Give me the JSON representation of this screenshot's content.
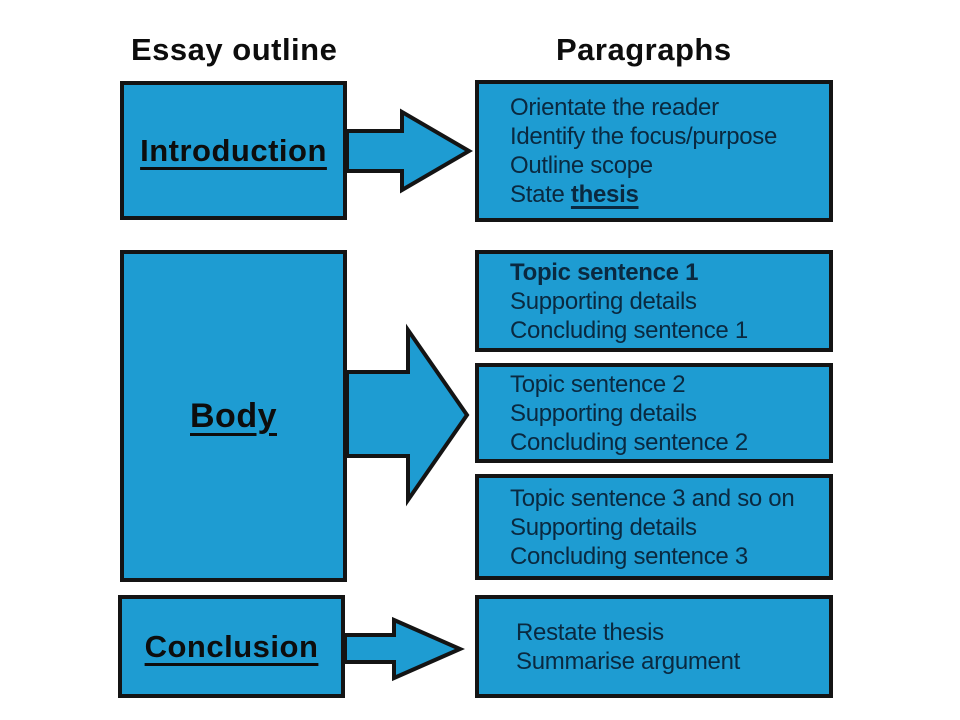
{
  "titles": {
    "outline": "Essay outline",
    "paragraphs": "Paragraphs"
  },
  "colors": {
    "box_fill": "#1E9CD2",
    "box_border": "#141414",
    "body_text": "#0A2940",
    "heading_text": "#0D0D0D"
  },
  "outline_boxes": [
    {
      "id": "introduction",
      "label": "Introduction"
    },
    {
      "id": "body",
      "label": "Body"
    },
    {
      "id": "conclusion",
      "label": "Conclusion"
    }
  ],
  "paragraph_boxes": [
    {
      "id": "introduction-paragraph",
      "lines": [
        [
          {
            "t": "Orientate the reader"
          }
        ],
        [
          {
            "t": "Identify the focus/purpose"
          }
        ],
        [
          {
            "t": "Outline scope"
          }
        ],
        [
          {
            "t": "State "
          },
          {
            "t": "thesis",
            "b": true,
            "u": true
          }
        ]
      ]
    },
    {
      "id": "body-paragraph-1",
      "lines": [
        [
          {
            "t": "Topic sentence 1",
            "b": true
          }
        ],
        [
          {
            "t": "Supporting details"
          }
        ],
        [
          {
            "t": "Concluding sentence 1"
          }
        ]
      ]
    },
    {
      "id": "body-paragraph-2",
      "lines": [
        [
          {
            "t": "Topic sentence 2"
          }
        ],
        [
          {
            "t": "Supporting details"
          }
        ],
        [
          {
            "t": "Concluding sentence 2"
          }
        ]
      ]
    },
    {
      "id": "body-paragraph-3",
      "lines": [
        [
          {
            "t": "Topic sentence 3 and so on"
          }
        ],
        [
          {
            "t": "Supporting details"
          }
        ],
        [
          {
            "t": "Concluding sentence 3"
          }
        ]
      ]
    },
    {
      "id": "conclusion-paragraph",
      "lines": [
        [
          {
            "t": "Restate thesis"
          }
        ],
        [
          {
            "t": "Summarise argument"
          }
        ]
      ]
    }
  ],
  "arrows": [
    {
      "id": "introduction-arrow",
      "icon": "right-arrow-icon"
    },
    {
      "id": "body-arrow",
      "icon": "right-arrow-icon"
    },
    {
      "id": "conclusion-arrow",
      "icon": "right-arrow-icon"
    }
  ]
}
